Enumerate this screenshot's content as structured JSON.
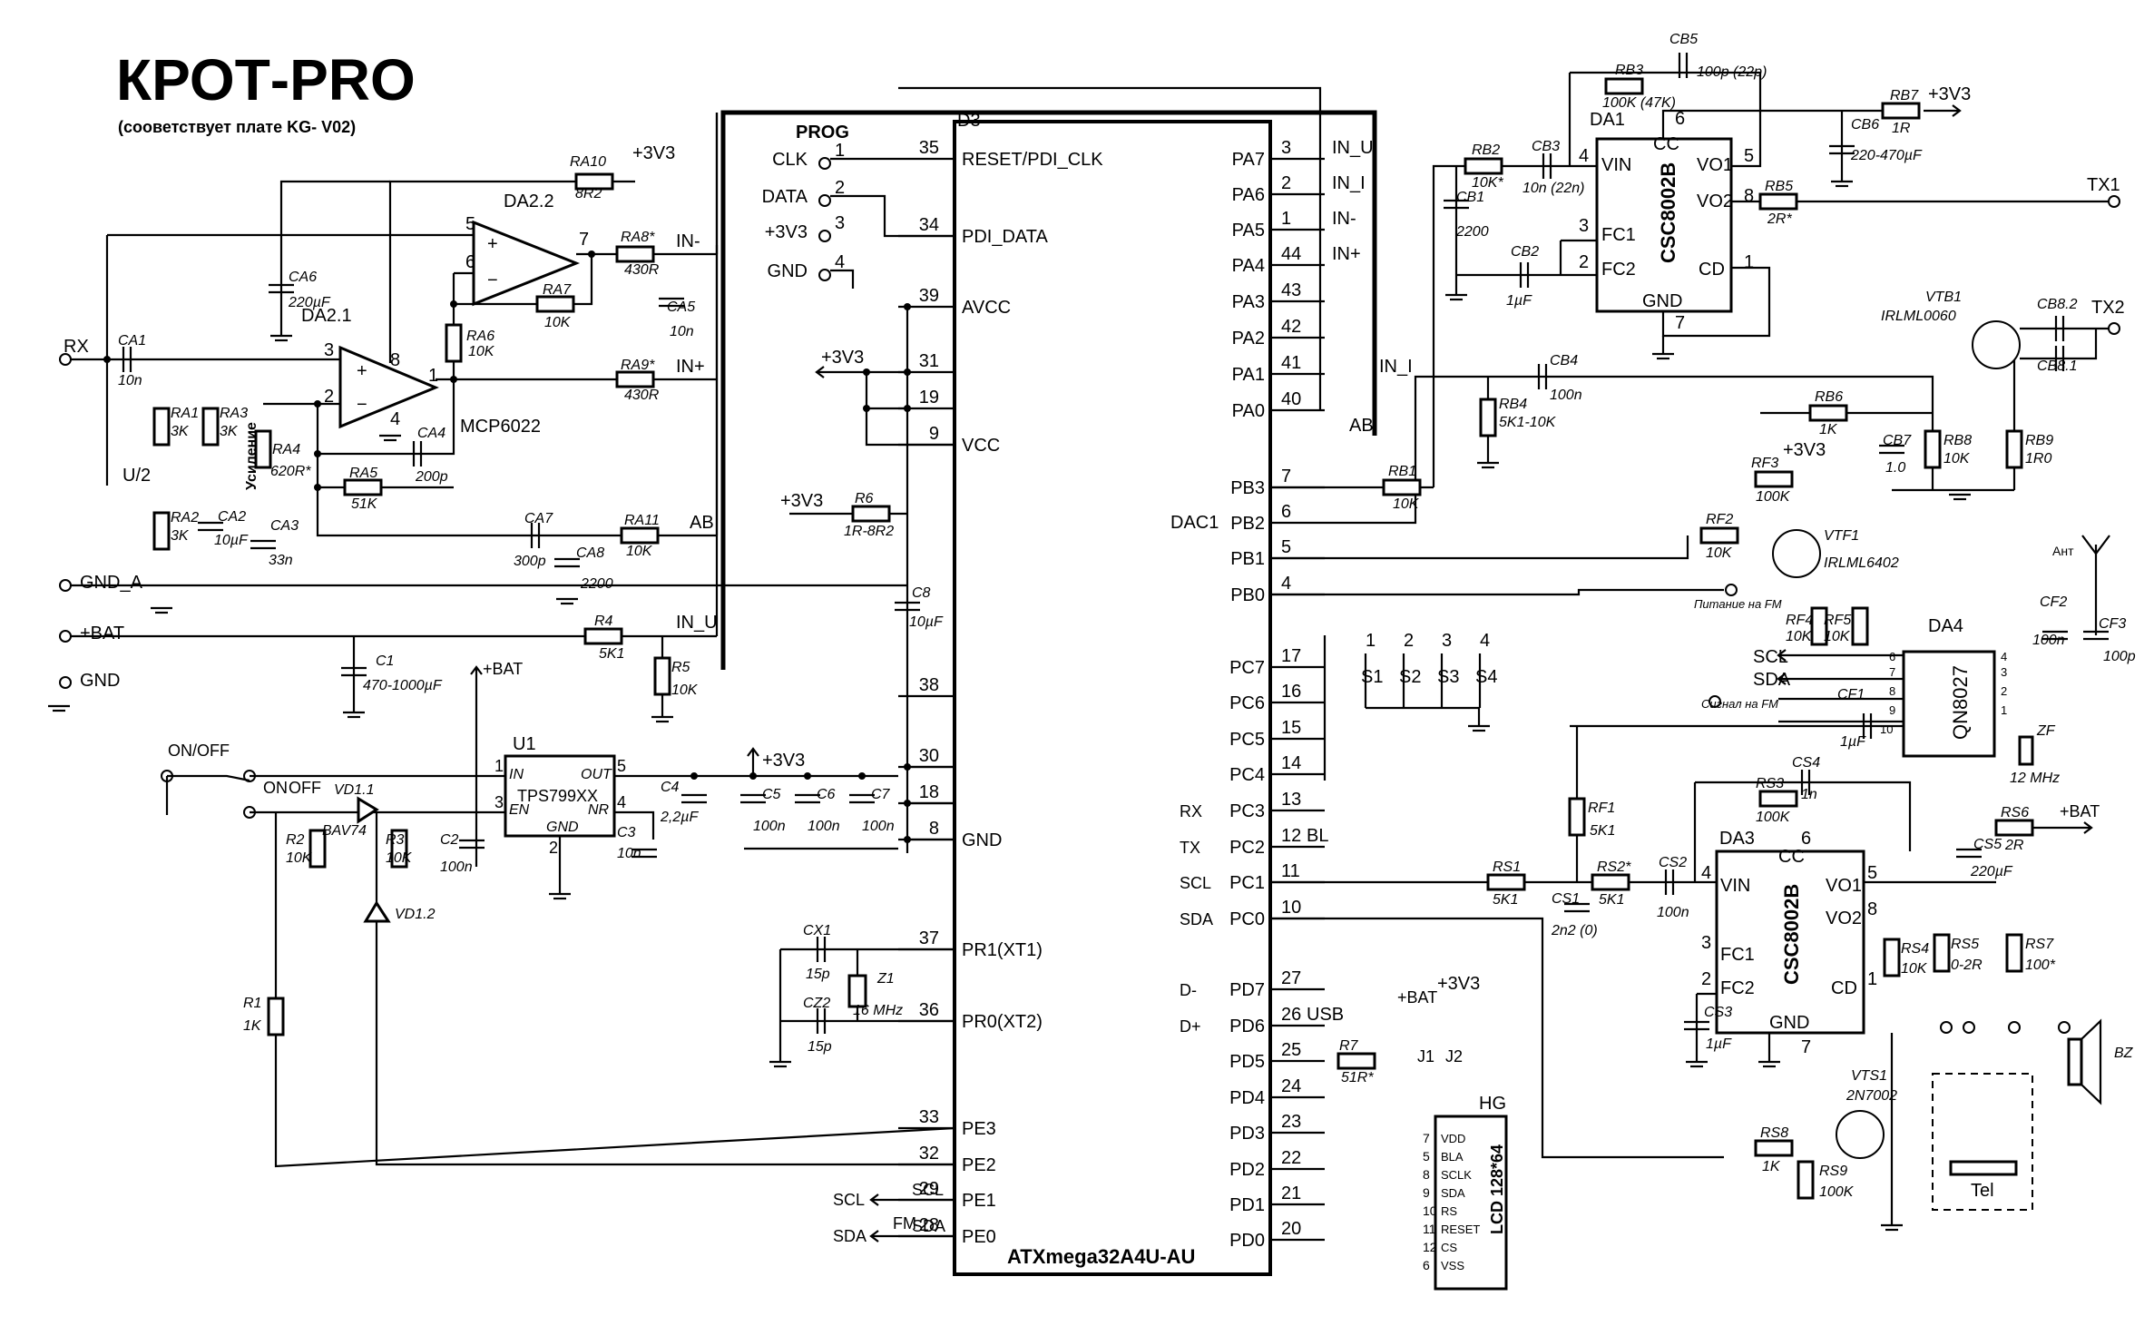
{
  "title": "КРОТ-PRO",
  "subtitle": "(сооветствует плате KG- V02)",
  "mcu": {
    "ref": "D3",
    "part": "ATXmega32A4U-AU",
    "left_pins": [
      {
        "num": "35",
        "name": "RESET/PDI_CLK"
      },
      {
        "num": "34",
        "name": "PDI_DATA"
      },
      {
        "num": "39",
        "name": "AVCC"
      },
      {
        "num": "31",
        "name": ""
      },
      {
        "num": "19",
        "name": ""
      },
      {
        "num": "9",
        "name": "VCC"
      },
      {
        "num": "38",
        "name": ""
      },
      {
        "num": "30",
        "name": ""
      },
      {
        "num": "18",
        "name": ""
      },
      {
        "num": "8",
        "name": "GND"
      },
      {
        "num": "37",
        "name": "PR1(XT1)"
      },
      {
        "num": "36",
        "name": "PR0(XT2)"
      },
      {
        "num": "33",
        "name": "PE3"
      },
      {
        "num": "32",
        "name": "PE2"
      },
      {
        "num": "29",
        "name": "PE1"
      },
      {
        "num": "28",
        "name": "PE0"
      }
    ],
    "right_pins": [
      {
        "num": "3",
        "name": "PA7",
        "net": "IN_U"
      },
      {
        "num": "2",
        "name": "PA6",
        "net": "IN_I"
      },
      {
        "num": "1",
        "name": "PA5",
        "net": "IN-"
      },
      {
        "num": "44",
        "name": "PA4",
        "net": "IN+"
      },
      {
        "num": "43",
        "name": "PA3",
        "net": ""
      },
      {
        "num": "42",
        "name": "PA2",
        "net": ""
      },
      {
        "num": "41",
        "name": "PA1",
        "net": ""
      },
      {
        "num": "40",
        "name": "PA0",
        "net": ""
      },
      {
        "num": "7",
        "name": "PB3",
        "net": ""
      },
      {
        "num": "6",
        "name": "PB2",
        "net": ""
      },
      {
        "num": "5",
        "name": "PB1",
        "net": ""
      },
      {
        "num": "4",
        "name": "PB0",
        "net": ""
      },
      {
        "num": "17",
        "name": "PC7",
        "net": ""
      },
      {
        "num": "16",
        "name": "PC6",
        "net": ""
      },
      {
        "num": "15",
        "name": "PC5",
        "net": ""
      },
      {
        "num": "14",
        "name": "PC4",
        "net": ""
      },
      {
        "num": "13",
        "name": "PC3",
        "net": ""
      },
      {
        "num": "12",
        "name": "PC2",
        "net": "BL"
      },
      {
        "num": "11",
        "name": "PC1",
        "net": ""
      },
      {
        "num": "10",
        "name": "PC0",
        "net": ""
      },
      {
        "num": "27",
        "name": "PD7",
        "net": ""
      },
      {
        "num": "26",
        "name": "PD6",
        "net": "USB"
      },
      {
        "num": "25",
        "name": "PD5",
        "net": ""
      },
      {
        "num": "24",
        "name": "PD4",
        "net": ""
      },
      {
        "num": "23",
        "name": "PD3",
        "net": ""
      },
      {
        "num": "22",
        "name": "PD2",
        "net": ""
      },
      {
        "num": "21",
        "name": "PD1",
        "net": ""
      },
      {
        "num": "20",
        "name": "PD0",
        "net": ""
      }
    ],
    "dac_label": "DAC1",
    "pc_side_labels": [
      "RX",
      "TX",
      "SCL",
      "SDA",
      "D-",
      "D+"
    ],
    "pe_side_labels": [
      "SCL",
      "SDA"
    ],
    "fm_label": "FM"
  },
  "prog": {
    "title": "PROG",
    "pins": [
      {
        "num": "1",
        "name": "CLK"
      },
      {
        "num": "2",
        "name": "DATA"
      },
      {
        "num": "3",
        "name": "+3V3"
      },
      {
        "num": "4",
        "name": "GND"
      }
    ]
  },
  "opamp": {
    "a": "DA2.1",
    "b": "DA2.2",
    "part": "MCP6022",
    "pins_b": [
      "5",
      "6",
      "7"
    ],
    "pins_a": [
      "3",
      "2",
      "1",
      "8",
      "4"
    ],
    "gain_label": "Усиление"
  },
  "regulator": {
    "ref": "U1",
    "part": "TPS799XX",
    "pins": [
      "IN",
      "EN",
      "GND",
      "OUT",
      "NR"
    ],
    "pin_nums": [
      "1",
      "3",
      "2",
      "5",
      "4"
    ]
  },
  "amp1": {
    "ref": "DA1",
    "part": "CSC8002B",
    "pins": [
      "VIN",
      "FC1",
      "FC2",
      "CC",
      "GND",
      "VO1",
      "VO2",
      "CD"
    ],
    "pin_nums": [
      "4",
      "3",
      "2",
      "6",
      "7",
      "5",
      "8",
      "1"
    ]
  },
  "amp3": {
    "ref": "DA3",
    "part": "CSC8002B",
    "pins": [
      "VIN",
      "FC1",
      "FC2",
      "CC",
      "GND",
      "VO1",
      "VO2",
      "CD"
    ],
    "pin_nums": [
      "4",
      "3",
      "2",
      "6",
      "7",
      "5",
      "8",
      "1"
    ]
  },
  "fm": {
    "ref": "DA4",
    "part": "QN8027",
    "pins": [
      "6",
      "7",
      "8",
      "9",
      "10",
      "4",
      "3",
      "2",
      "1"
    ],
    "sig": "Сигнал на FM",
    "pwr": "Питание на FM",
    "ant": "Ант",
    "scl": "SCL",
    "sda": "SDA"
  },
  "lcd": {
    "ref": "HG",
    "part": "LCD 128*64",
    "pins": [
      {
        "num": "7",
        "name": "VDD"
      },
      {
        "num": "5",
        "name": "BLA"
      },
      {
        "num": "8",
        "name": "SCLK"
      },
      {
        "num": "9",
        "name": "SDA"
      },
      {
        "num": "10",
        "name": "RS"
      },
      {
        "num": "11",
        "name": "RESET"
      },
      {
        "num": "12",
        "name": "CS"
      },
      {
        "num": "6",
        "name": "VSS"
      }
    ]
  },
  "switches": {
    "nums": [
      "1",
      "2",
      "3",
      "4"
    ],
    "names": [
      "S1",
      "S2",
      "S3",
      "S4"
    ]
  },
  "nets": {
    "v33": "+3V3",
    "bat": "+BAT",
    "gnd": "GND",
    "gnda": "GND_A",
    "rx": "RX",
    "tx1": "TX1",
    "tx2": "TX2",
    "u2": "U/2",
    "in_minus": "IN-",
    "in_plus": "IN+",
    "in_u": "IN_U",
    "in_i": "IN_I",
    "ab": "AB",
    "onoff": "ON/OFF",
    "on": "ON",
    "off": "OFF",
    "scl": "SCL",
    "sda": "SDA",
    "tel": "Tel",
    "bz": "BZ",
    "j1": "J1",
    "j2": "J2"
  },
  "components": [
    {
      "ref": "RA10",
      "value": "8R2"
    },
    {
      "ref": "RA8*",
      "value": "430R"
    },
    {
      "ref": "RA9*",
      "value": "430R"
    },
    {
      "ref": "RA7",
      "value": "10K"
    },
    {
      "ref": "RA6",
      "value": "10K"
    },
    {
      "ref": "RA1",
      "value": "3K"
    },
    {
      "ref": "RA2",
      "value": "3K"
    },
    {
      "ref": "RA3",
      "value": "3K"
    },
    {
      "ref": "RA4",
      "value": "620R*"
    },
    {
      "ref": "RA5",
      "value": "51K"
    },
    {
      "ref": "RA11",
      "value": "10K"
    },
    {
      "ref": "CA1",
      "value": "10n"
    },
    {
      "ref": "CA2",
      "value": "10µF"
    },
    {
      "ref": "CA3",
      "value": "33n"
    },
    {
      "ref": "CA4",
      "value": "200p"
    },
    {
      "ref": "CA5",
      "value": "10n"
    },
    {
      "ref": "CA6",
      "value": "220µF"
    },
    {
      "ref": "CA7",
      "value": "300p"
    },
    {
      "ref": "CA8",
      "value": "2200"
    },
    {
      "ref": "R4",
      "value": "5K1"
    },
    {
      "ref": "R5",
      "value": "10K"
    },
    {
      "ref": "C1",
      "value": "470-1000µF"
    },
    {
      "ref": "R2",
      "value": "10K"
    },
    {
      "ref": "R3",
      "value": "10K"
    },
    {
      "ref": "C2",
      "value": "100n"
    },
    {
      "ref": "C3",
      "value": "10n"
    },
    {
      "ref": "C4",
      "value": "2,2µF"
    },
    {
      "ref": "C5",
      "value": "100n"
    },
    {
      "ref": "C6",
      "value": "100n"
    },
    {
      "ref": "C7",
      "value": "100n"
    },
    {
      "ref": "C8",
      "value": "10µF"
    },
    {
      "ref": "R6",
      "value": "1R-8R2"
    },
    {
      "ref": "R1",
      "value": "1K"
    },
    {
      "ref": "VD1.1",
      "value": "BAV74"
    },
    {
      "ref": "VD1.2",
      "value": ""
    },
    {
      "ref": "CX1",
      "value": "15p"
    },
    {
      "ref": "CZ2",
      "value": "15p"
    },
    {
      "ref": "Z1",
      "value": "16 MHz"
    },
    {
      "ref": "R7",
      "value": "51R*"
    },
    {
      "ref": "RB1",
      "value": "10K"
    },
    {
      "ref": "RB2",
      "value": "10K*"
    },
    {
      "ref": "RB3",
      "value": "100K (47K)"
    },
    {
      "ref": "RB4",
      "value": "5K1-10K"
    },
    {
      "ref": "RB5",
      "value": "2R*"
    },
    {
      "ref": "RB6",
      "value": "1K"
    },
    {
      "ref": "RB7",
      "value": "1R"
    },
    {
      "ref": "RB8",
      "value": "10K"
    },
    {
      "ref": "RB9",
      "value": "1R0"
    },
    {
      "ref": "CB1",
      "value": "2200"
    },
    {
      "ref": "CB2",
      "value": "1µF"
    },
    {
      "ref": "CB3",
      "value": "10n (22n)"
    },
    {
      "ref": "CB4",
      "value": "100n"
    },
    {
      "ref": "CB5",
      "value": "100p (22p)"
    },
    {
      "ref": "CB6",
      "value": "220-470µF"
    },
    {
      "ref": "CB7",
      "value": "1.0"
    },
    {
      "ref": "CB8.1",
      "value": ""
    },
    {
      "ref": "CB8.2",
      "value": ""
    },
    {
      "ref": "VTB1",
      "value": "IRLML0060"
    },
    {
      "ref": "VTF1",
      "value": "IRLML6402"
    },
    {
      "ref": "RF1",
      "value": "5K1"
    },
    {
      "ref": "RF2",
      "value": "10K"
    },
    {
      "ref": "RF3",
      "value": "100K"
    },
    {
      "ref": "RF4",
      "value": "10K"
    },
    {
      "ref": "RF5",
      "value": "10K"
    },
    {
      "ref": "CF1",
      "value": "1µF"
    },
    {
      "ref": "CF2",
      "value": "100n"
    },
    {
      "ref": "CF3",
      "value": "100p"
    },
    {
      "ref": "ZF",
      "value": "12 MHz"
    },
    {
      "ref": "RS1",
      "value": "5K1"
    },
    {
      "ref": "RS2*",
      "value": "5K1"
    },
    {
      "ref": "RS3",
      "value": "100K"
    },
    {
      "ref": "RS4",
      "value": "10K"
    },
    {
      "ref": "RS5",
      "value": "0-2R"
    },
    {
      "ref": "RS6",
      "value": "2R"
    },
    {
      "ref": "RS7",
      "value": "100*"
    },
    {
      "ref": "RS8",
      "value": "1K"
    },
    {
      "ref": "RS9",
      "value": "100K"
    },
    {
      "ref": "CS1",
      "value": "2n2 (0)"
    },
    {
      "ref": "CS2",
      "value": "100n"
    },
    {
      "ref": "CS3",
      "value": "1µF"
    },
    {
      "ref": "CS4",
      "value": "1n"
    },
    {
      "ref": "CS5",
      "value": "220µF"
    },
    {
      "ref": "VTS1",
      "value": "2N7002"
    }
  ]
}
